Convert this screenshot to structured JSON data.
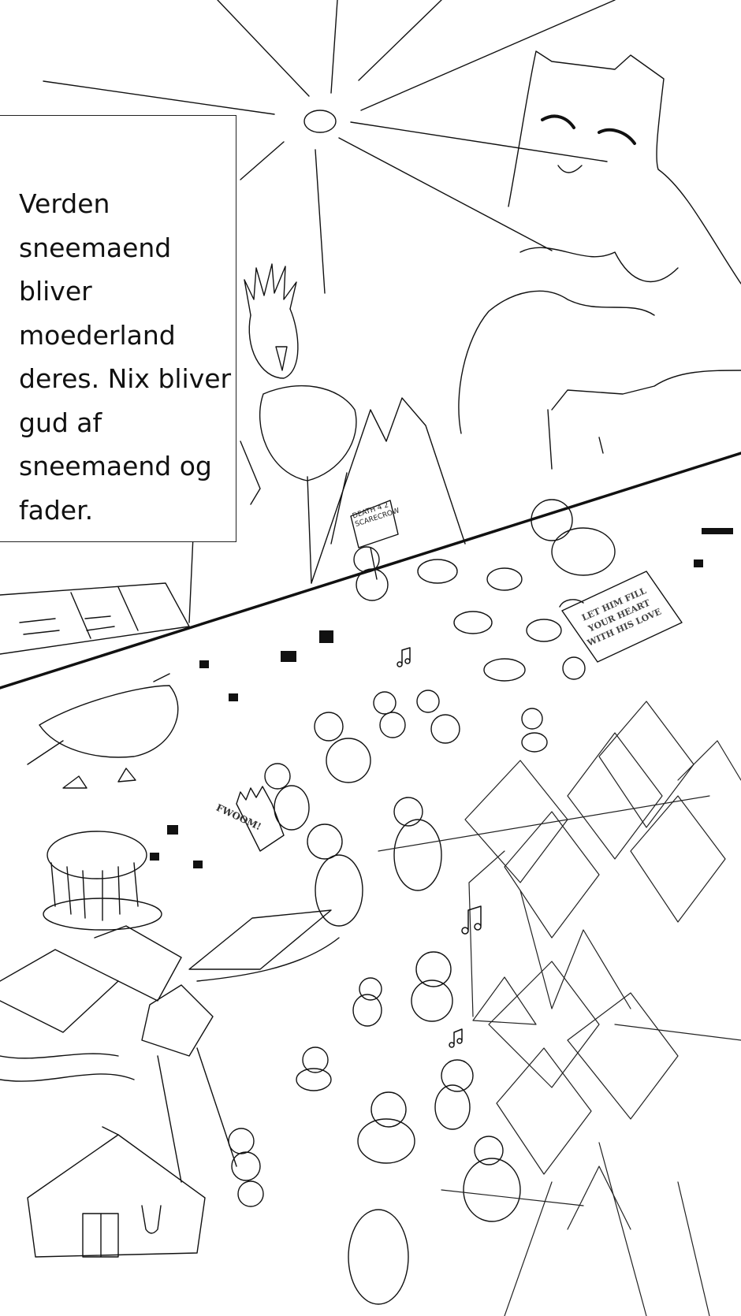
{
  "caption": {
    "lines": [
      "Verden",
      "sneemaend",
      "bliver",
      "moederland",
      "deres. Nix bliver",
      "gud af",
      "sneemaend og",
      "fader."
    ]
  },
  "signs": {
    "protest": "DEATH 4 2 SCARECROW",
    "banner_lines": [
      "LET HIM FILL",
      "YOUR HEART",
      "WITH HIS LOVE"
    ],
    "sound_effect": "FWOOM!"
  },
  "colors": {
    "ink": "#111111",
    "paper": "#ffffff"
  }
}
